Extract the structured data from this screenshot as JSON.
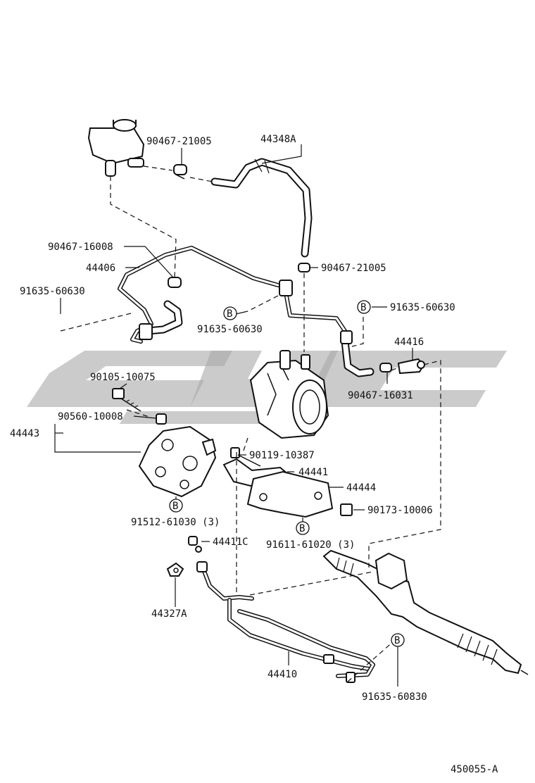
{
  "diagram": {
    "labels": {
      "p44348A": "44348A",
      "p90467_21005_top": "90467-21005",
      "p90467_16008": "90467-16008",
      "p44406": "44406",
      "p91635_60630_left": "91635-60630",
      "p90467_21005_mid": "90467-21005",
      "p91635_60630_center": "91635-60630",
      "p91635_60630_right": "91635-60630",
      "p44416": "44416",
      "p90467_16031": "90467-16031",
      "p90105_10075": "90105-10075",
      "p90560_10008": "90560-10008",
      "p44443": "44443",
      "p90119_10387": "90119-10387",
      "p44441": "44441",
      "p44444": "44444",
      "p90173_10006": "90173-10006",
      "p91512_61030": "91512-61030 (3)",
      "p91611_61020": "91611-61020 (3)",
      "p44411C": "44411C",
      "p44327A": "44327A",
      "p44410": "44410",
      "p91635_60830": "91635-60830",
      "drawing_no": "450055-A"
    },
    "callout_letter": "B"
  }
}
